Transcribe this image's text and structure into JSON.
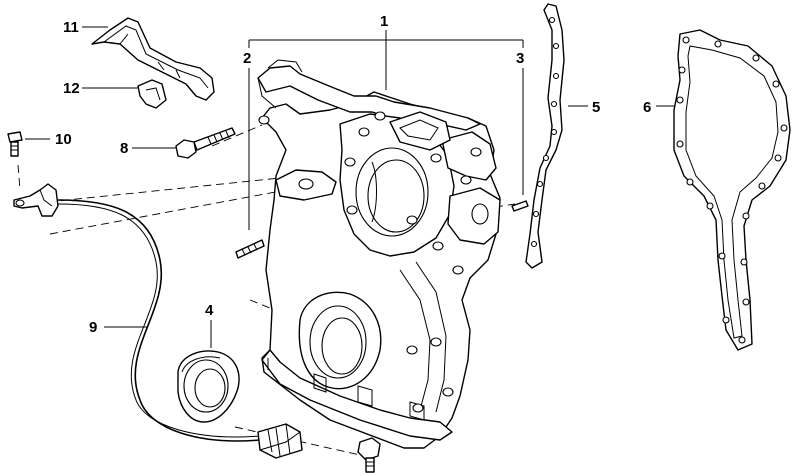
{
  "diagram": {
    "callouts": [
      {
        "id": "c1",
        "label": "1"
      },
      {
        "id": "c2",
        "label": "2"
      },
      {
        "id": "c3",
        "label": "3"
      },
      {
        "id": "c4",
        "label": "4"
      },
      {
        "id": "c5",
        "label": "5"
      },
      {
        "id": "c6",
        "label": "6"
      },
      {
        "id": "c8",
        "label": "8"
      },
      {
        "id": "c9",
        "label": "9"
      },
      {
        "id": "c10",
        "label": "10"
      },
      {
        "id": "c11",
        "label": "11"
      },
      {
        "id": "c12",
        "label": "12"
      }
    ]
  }
}
